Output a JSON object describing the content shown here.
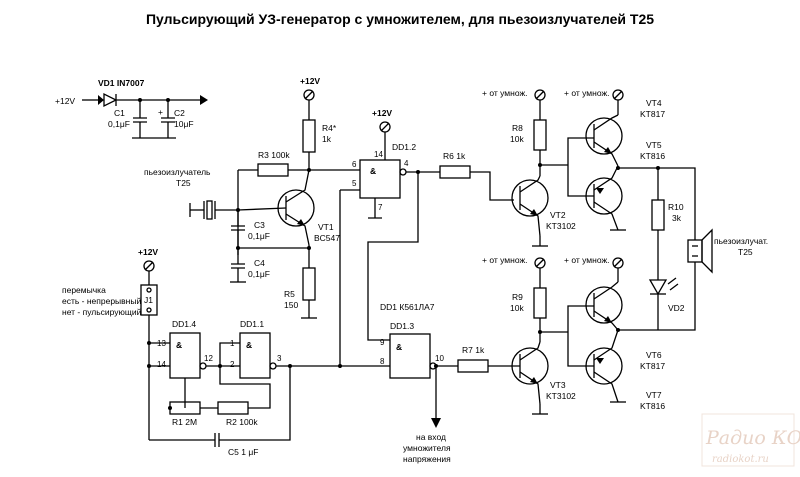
{
  "title": "Пульсирующий УЗ-генератор с умножителем, для пьезоизлучателей Т25",
  "labels": {
    "vd1": "VD1 IN7007",
    "plus12_left": "+12V",
    "c1": "C1",
    "c1_val": "0,1μF",
    "c2": "C2",
    "c2_val": "10μF",
    "c2_plus": "+",
    "plus12_r4": "+12V",
    "r4": "R4*",
    "r4_val": "1k",
    "plus12_dd12": "+12V",
    "dd12": "DD1.2",
    "r3": "R3 100k",
    "r6": "R6 1k",
    "piezo_in": "пьезоизлучатель",
    "piezo_in2": "T25",
    "c3": "C3",
    "c3_val": "0,1μF",
    "c4": "C4",
    "c4_val": "0,1μF",
    "vt1": "VT1",
    "vt1_val": "BC547",
    "r5": "R5",
    "r5_val": "150",
    "plus12_j1": "+12V",
    "jumper1": "перемычка",
    "jumper2": "есть - непрерывный",
    "jumper3": "нет - пульсирующий",
    "j1": "J1",
    "dd14": "DD1.4",
    "dd11": "DD1.1",
    "dd13": "DD1.3",
    "dd1": "DD1 К561ЛА7",
    "r1": "R1 2M",
    "r2": "R2 100k",
    "c5": "C5 1 μF",
    "r7": "R7 1k",
    "to_mult1": "на вход",
    "to_mult2": "умножителя",
    "to_mult3": "напряжения",
    "from_mult": "+ от умнож.",
    "r8": "R8",
    "r8_val": "10k",
    "r9": "R9",
    "r9_val": "10k",
    "vt2": "VT2",
    "vt2_val": "KT3102",
    "vt3": "VT3",
    "vt3_val": "KT3102",
    "vt4": "VT4",
    "vt4_val": "KT817",
    "vt5": "VT5",
    "vt5_val": "KT816",
    "vt6": "VT6",
    "vt6_val": "KT817",
    "vt7": "VT7",
    "vt7_val": "KT816",
    "r10": "R10",
    "r10_val": "3k",
    "vd2": "VD2",
    "piezo_out": "пьезоизлучат.",
    "piezo_out2": "T25",
    "amp": "&",
    "pins": {
      "p14a": "14",
      "p6": "6",
      "p5": "5",
      "p4": "4",
      "p7": "7",
      "p13": "13",
      "p14b": "14",
      "p12": "12",
      "p1": "1",
      "p2": "2",
      "p3": "3",
      "p9": "9",
      "p8": "8",
      "p10": "10"
    }
  },
  "watermark": {
    "line1": "Радио КОТ",
    "line2": "radiokot.ru"
  }
}
